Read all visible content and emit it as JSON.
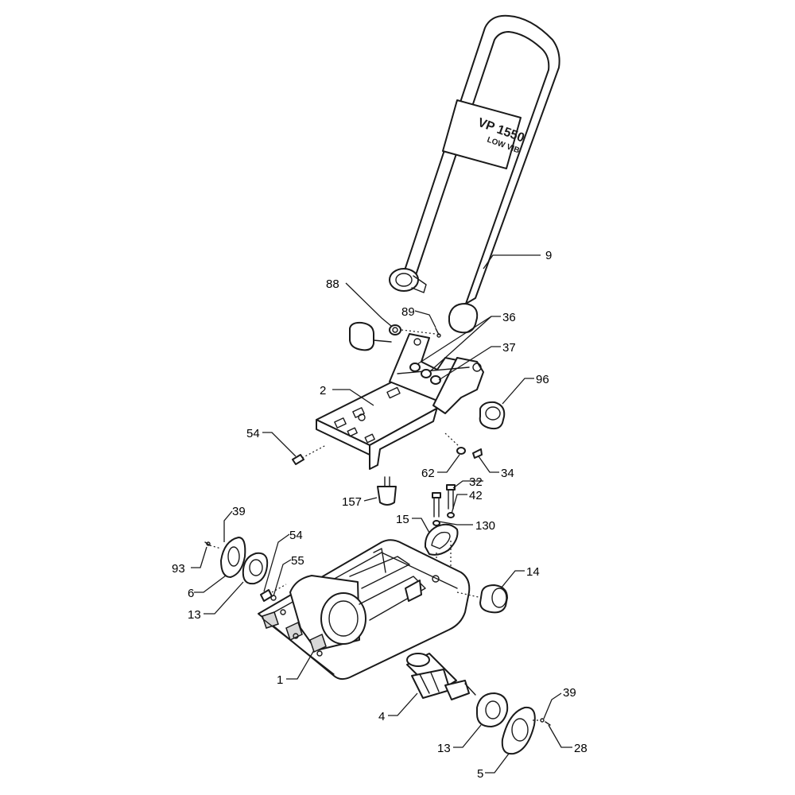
{
  "handle": {
    "model_label": "VP 1550",
    "sub_label": "LOW VIB"
  },
  "callouts": {
    "c9": "9",
    "c88": "88",
    "c89": "89",
    "c36": "36",
    "c37": "37",
    "c96": "96",
    "c2": "2",
    "c54a": "54",
    "c62": "62",
    "c34": "34",
    "c157": "157",
    "c32": "32",
    "c42": "42",
    "c130": "130",
    "c15": "15",
    "c14": "14",
    "c39a": "39",
    "c93": "93",
    "c6": "6",
    "c13a": "13",
    "c54b": "54",
    "c55": "55",
    "c1": "1",
    "c4": "4",
    "c13b": "13",
    "c5": "5",
    "c39b": "39",
    "c28": "28"
  }
}
